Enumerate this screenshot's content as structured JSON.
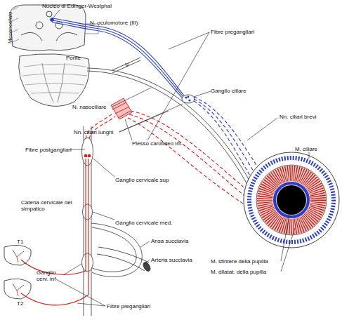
{
  "diagram": {
    "labels": [
      "Nucleo di Edinger-Westphal",
      "Mesencefalo",
      "N. oculomotore (III)",
      "Fibre pregangliari",
      "Ponte",
      "V",
      "Ganglio ciliare",
      "N. nasociliare",
      "Nn. ciliari brevi",
      "Nn. ciliari lunghi",
      "Plesso carotideo int.",
      "M. ciliare",
      "Fibre postgangliari",
      "Ganglio cervicale sup",
      "Catena cervicale del simpatico",
      "Ganglio cervicale med.",
      "Ansa succlavia",
      "Arteria succlavia",
      "M. sfintere della pupilla",
      "T1",
      "M. dilatat. della pupilla",
      "Ganglio cerv. inf",
      "T2",
      "Fibre pregangliari"
    ]
  }
}
